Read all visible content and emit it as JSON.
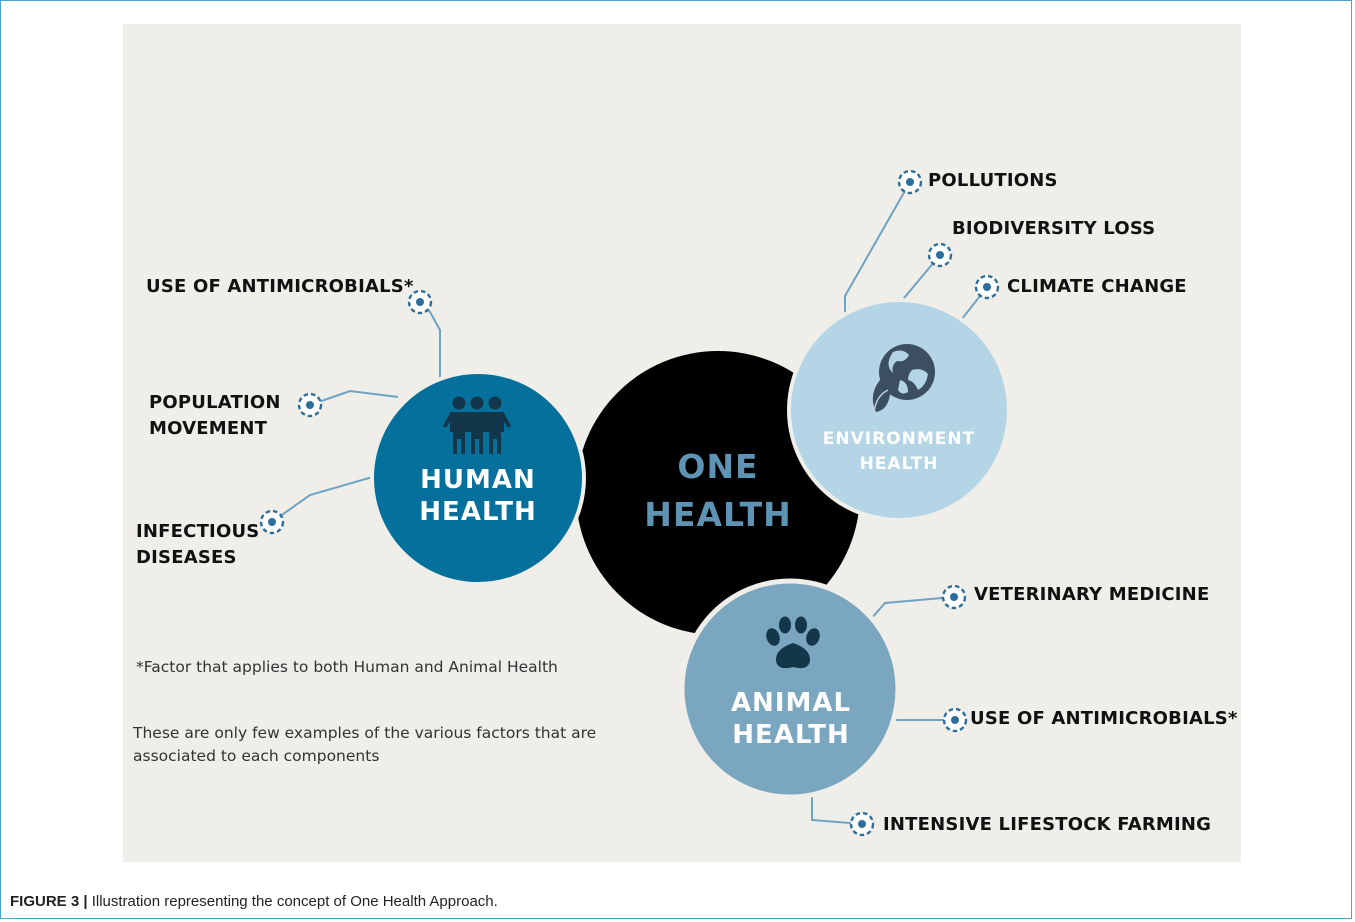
{
  "center": {
    "line1": "ONE",
    "line2": "HEALTH"
  },
  "human": {
    "line1": "HUMAN",
    "line2": "HEALTH",
    "icon": "people-group-icon",
    "factors": {
      "antimicrobials": "USE OF ANTIMICROBIALS*",
      "population_1": "POPULATION",
      "population_2": "MOVEMENT",
      "infectious_1": "INFECTIOUS",
      "infectious_2": "DISEASES"
    }
  },
  "environment": {
    "line1": "ENVIRONMENT",
    "line2": "HEALTH",
    "icon": "globe-leaf-icon",
    "factors": {
      "pollutions": "POLLUTIONS",
      "biodiversity": "BIODIVERSITY LOSS",
      "climate": "CLIMATE CHANGE"
    }
  },
  "animal": {
    "line1": "ANIMAL",
    "line2": "HEALTH",
    "icon": "paw-icon",
    "factors": {
      "veterinary": "VETERINARY MEDICINE",
      "antimicrobials": "USE OF ANTIMICROBIALS*",
      "farming": "INTENSIVE LIFESTOCK FARMING"
    }
  },
  "notes": {
    "footnote": "*Factor that applies to both Human and Animal Health",
    "examples": "These are only few examples of the various factors that are associated to each components"
  },
  "caption": {
    "label": "FIGURE 3 |",
    "text": " Illustration representing the concept of One Health Approach."
  },
  "colors": {
    "human": "#05709c",
    "environment": "#b3d5e6",
    "animal": "#7ba6c0",
    "center": "#000000",
    "connector": "#6fa3c4",
    "marker": "#2d6e9b"
  }
}
